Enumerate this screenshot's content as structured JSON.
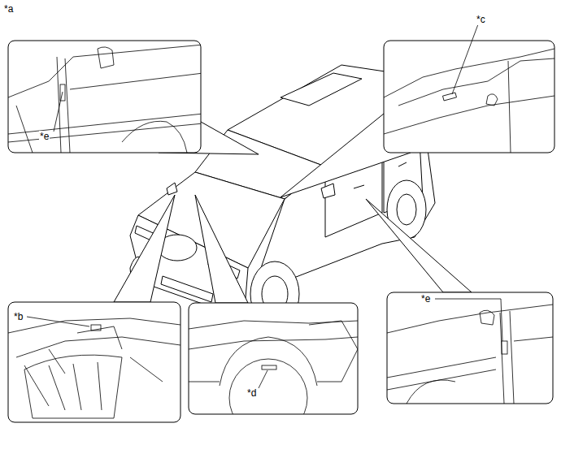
{
  "diagram": {
    "labels": [
      "*a",
      "*e",
      "*c",
      "*b",
      "*d",
      "*e"
    ]
  }
}
